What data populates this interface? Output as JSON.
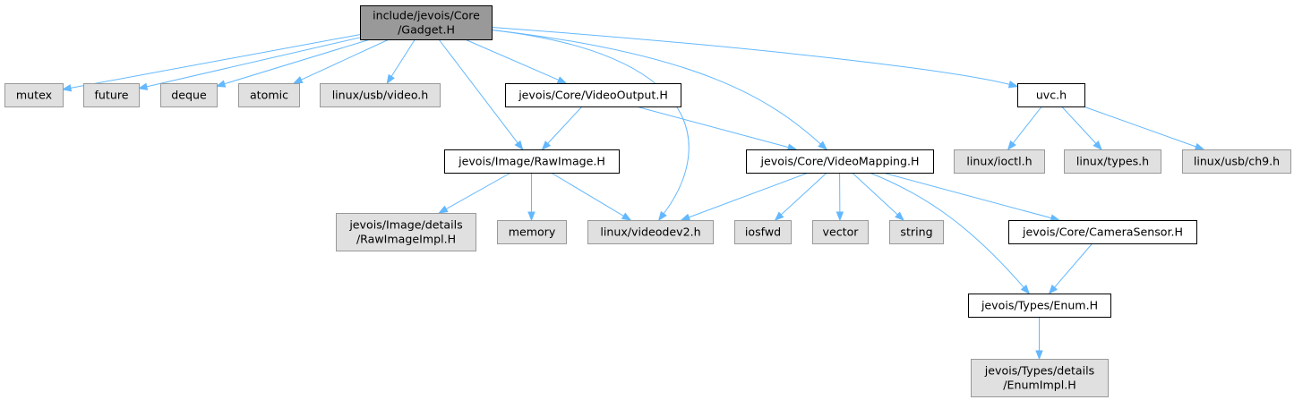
{
  "diagram": {
    "colors": {
      "root_fill": "#999999",
      "internal_fill": "#ffffff",
      "system_fill": "#e0e0e0",
      "node_border_dark": "#000000",
      "node_border_light": "#999999",
      "edge": "#63b8ff"
    },
    "nodes": [
      {
        "id": "gadget",
        "kind": "root",
        "lines": [
          "include/jevois/Core",
          "/Gadget.H"
        ]
      },
      {
        "id": "mutex",
        "kind": "system",
        "lines": [
          "mutex"
        ]
      },
      {
        "id": "future",
        "kind": "system",
        "lines": [
          "future"
        ]
      },
      {
        "id": "deque",
        "kind": "system",
        "lines": [
          "deque"
        ]
      },
      {
        "id": "atomic",
        "kind": "system",
        "lines": [
          "atomic"
        ]
      },
      {
        "id": "usbvideo",
        "kind": "system",
        "lines": [
          "linux/usb/video.h"
        ]
      },
      {
        "id": "videooutput",
        "kind": "internal",
        "lines": [
          "jevois/Core/VideoOutput.H"
        ]
      },
      {
        "id": "uvc",
        "kind": "internal",
        "lines": [
          "uvc.h"
        ]
      },
      {
        "id": "rawimage",
        "kind": "internal",
        "lines": [
          "jevois/Image/RawImage.H"
        ]
      },
      {
        "id": "videomapping",
        "kind": "internal",
        "lines": [
          "jevois/Core/VideoMapping.H"
        ]
      },
      {
        "id": "ioctl",
        "kind": "system",
        "lines": [
          "linux/ioctl.h"
        ]
      },
      {
        "id": "types",
        "kind": "system",
        "lines": [
          "linux/types.h"
        ]
      },
      {
        "id": "ch9",
        "kind": "system",
        "lines": [
          "linux/usb/ch9.h"
        ]
      },
      {
        "id": "rawimageimpl",
        "kind": "system",
        "lines": [
          "jevois/Image/details",
          "/RawImageImpl.H"
        ]
      },
      {
        "id": "memory",
        "kind": "system",
        "lines": [
          "memory"
        ]
      },
      {
        "id": "videodev2",
        "kind": "system",
        "lines": [
          "linux/videodev2.h"
        ]
      },
      {
        "id": "iosfwd",
        "kind": "system",
        "lines": [
          "iosfwd"
        ]
      },
      {
        "id": "vector",
        "kind": "system",
        "lines": [
          "vector"
        ]
      },
      {
        "id": "string",
        "kind": "system",
        "lines": [
          "string"
        ]
      },
      {
        "id": "camerasensor",
        "kind": "internal",
        "lines": [
          "jevois/Core/CameraSensor.H"
        ]
      },
      {
        "id": "enum",
        "kind": "internal",
        "lines": [
          "jevois/Types/Enum.H"
        ]
      },
      {
        "id": "enumimpl",
        "kind": "system",
        "lines": [
          "jevois/Types/details",
          "/EnumImpl.H"
        ]
      }
    ],
    "edges": [
      {
        "from": "gadget",
        "to": "mutex"
      },
      {
        "from": "gadget",
        "to": "future"
      },
      {
        "from": "gadget",
        "to": "deque"
      },
      {
        "from": "gadget",
        "to": "atomic"
      },
      {
        "from": "gadget",
        "to": "usbvideo"
      },
      {
        "from": "gadget",
        "to": "rawimage"
      },
      {
        "from": "gadget",
        "to": "videooutput"
      },
      {
        "from": "gadget",
        "to": "videodev2"
      },
      {
        "from": "gadget",
        "to": "videomapping"
      },
      {
        "from": "gadget",
        "to": "uvc"
      },
      {
        "from": "videooutput",
        "to": "rawimage"
      },
      {
        "from": "videooutput",
        "to": "videomapping"
      },
      {
        "from": "uvc",
        "to": "ioctl"
      },
      {
        "from": "uvc",
        "to": "types"
      },
      {
        "from": "uvc",
        "to": "ch9"
      },
      {
        "from": "rawimage",
        "to": "rawimageimpl"
      },
      {
        "from": "rawimage",
        "to": "memory"
      },
      {
        "from": "rawimage",
        "to": "videodev2"
      },
      {
        "from": "videomapping",
        "to": "videodev2"
      },
      {
        "from": "videomapping",
        "to": "iosfwd"
      },
      {
        "from": "videomapping",
        "to": "vector"
      },
      {
        "from": "videomapping",
        "to": "string"
      },
      {
        "from": "videomapping",
        "to": "camerasensor"
      },
      {
        "from": "videomapping",
        "to": "enum"
      },
      {
        "from": "camerasensor",
        "to": "enum"
      },
      {
        "from": "enum",
        "to": "enumimpl"
      }
    ]
  }
}
